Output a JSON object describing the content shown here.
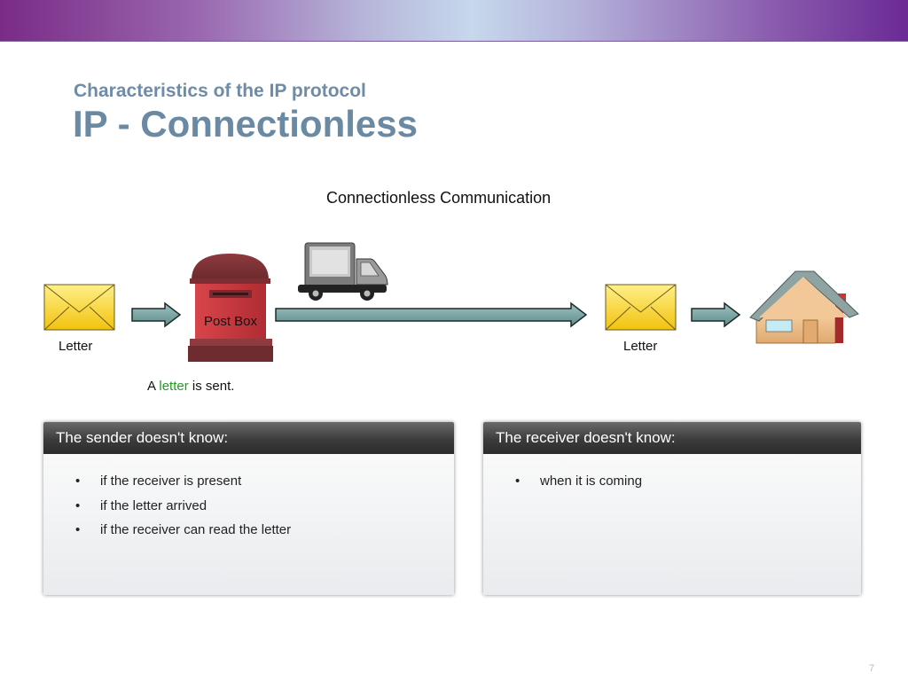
{
  "slide": {
    "subtitle": "Characteristics of the IP protocol",
    "title": "IP - Connectionless",
    "page_number": "7"
  },
  "diagram": {
    "title": "Connectionless Communication",
    "letter_left_label": "Letter",
    "postbox_label": "Post Box",
    "letter_right_label": "Letter",
    "caption": {
      "part1": "A ",
      "highlight": "letter",
      "part2": " is sent."
    },
    "colors": {
      "envelope": "#f5cf1a",
      "arrow_fill": "#6f9c9a",
      "postbox_red": "#c4353a",
      "highlight_green": "#1fa01f"
    },
    "icons": [
      "envelope-icon",
      "arrow-icon",
      "postbox-icon",
      "truck-icon",
      "house-icon"
    ]
  },
  "panels": {
    "sender": {
      "header": "The sender doesn't know:",
      "items": [
        "if the receiver is present",
        "if the letter arrived",
        "if the receiver can read the letter"
      ]
    },
    "receiver": {
      "header": "The receiver doesn't know:",
      "items": [
        "when it is coming"
      ]
    },
    "bullet": "•"
  }
}
